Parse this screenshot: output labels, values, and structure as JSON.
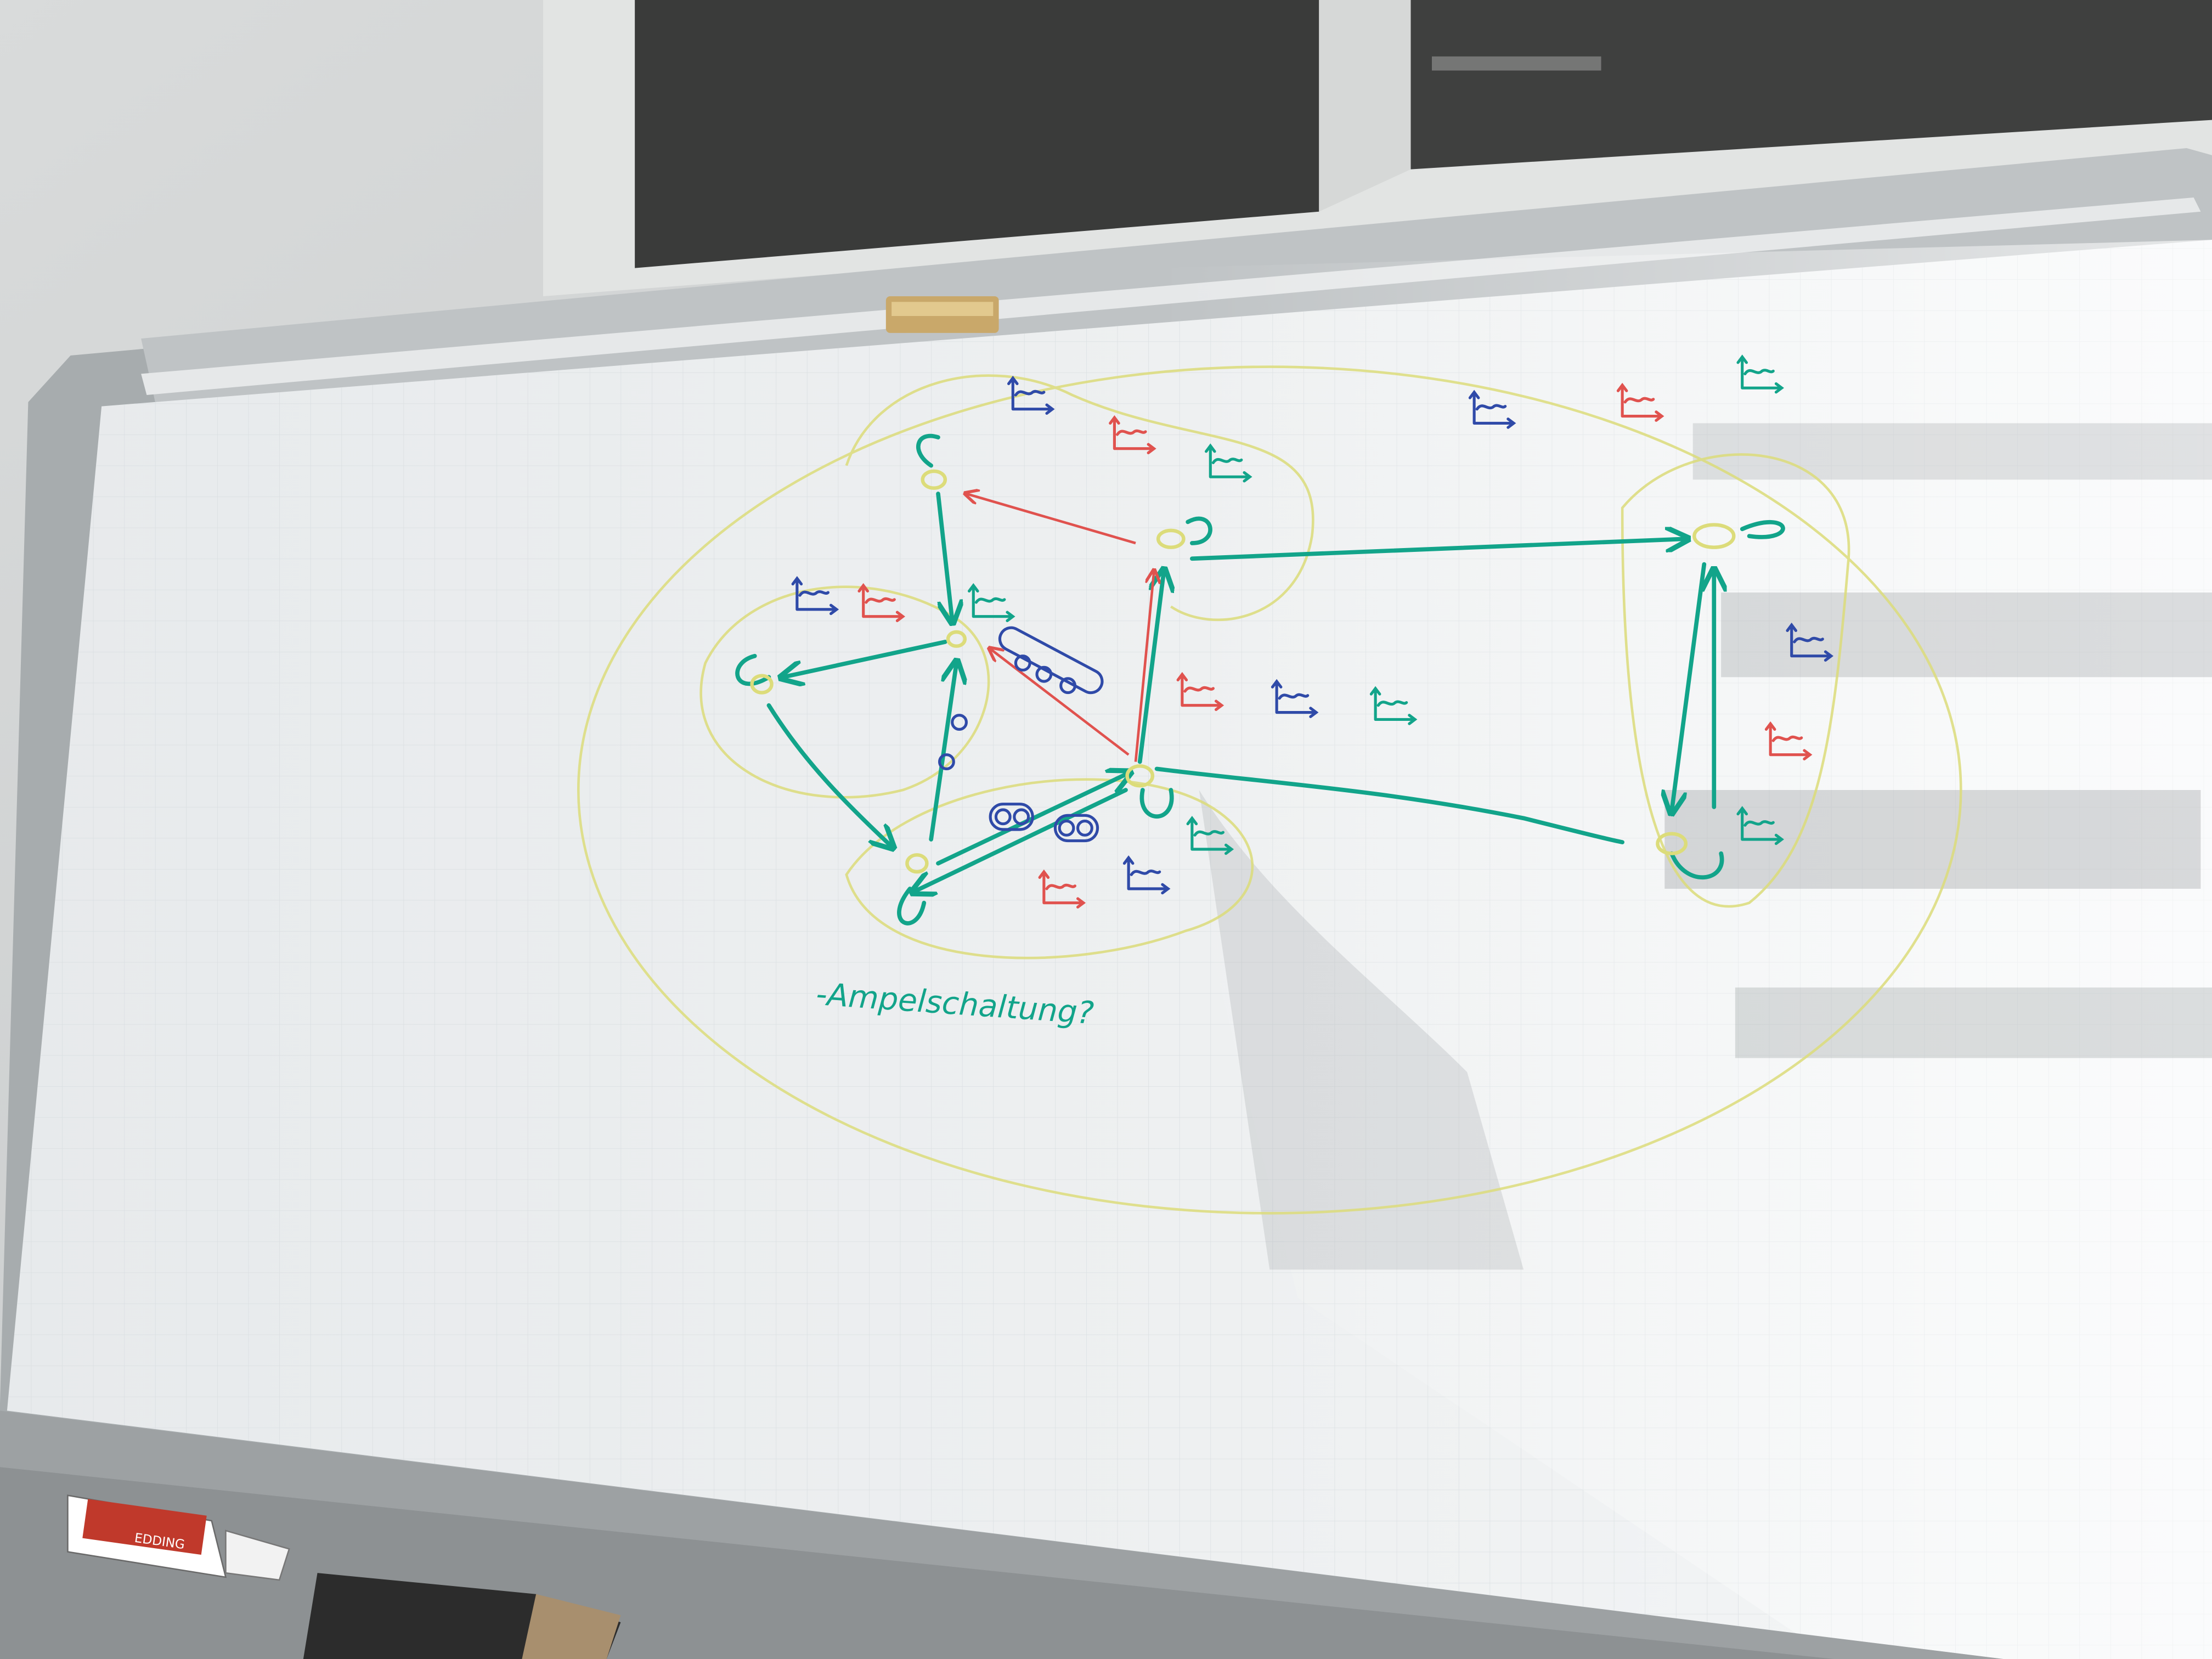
{
  "scene": {
    "kind": "photo-of-whiteboard",
    "colors": {
      "wall": "#cfd2d2",
      "window_frame": "#dfe1e0",
      "window_glass": "#3c3d3c",
      "board_surface": "#e9ecee",
      "board_frame": "#a9aeb0",
      "tray": "#9c9fa0",
      "marker_green": "#12a48a",
      "marker_blue": "#2f4aa8",
      "marker_red": "#e0524e",
      "marker_yellow": "#dcdc7a"
    }
  },
  "whiteboard": {
    "caption": "-Ampelschaltung?",
    "diagram": {
      "nodes": [
        "node-top",
        "node-upper-right",
        "node-center",
        "node-left",
        "node-bottom",
        "node-middle-right",
        "node-far-top-right",
        "node-far-bottom-right"
      ],
      "annotation_colors": [
        "blue",
        "red",
        "green"
      ]
    }
  },
  "tray_items": {
    "marker_cap_text": "EDDING",
    "eraser": "eraser"
  }
}
